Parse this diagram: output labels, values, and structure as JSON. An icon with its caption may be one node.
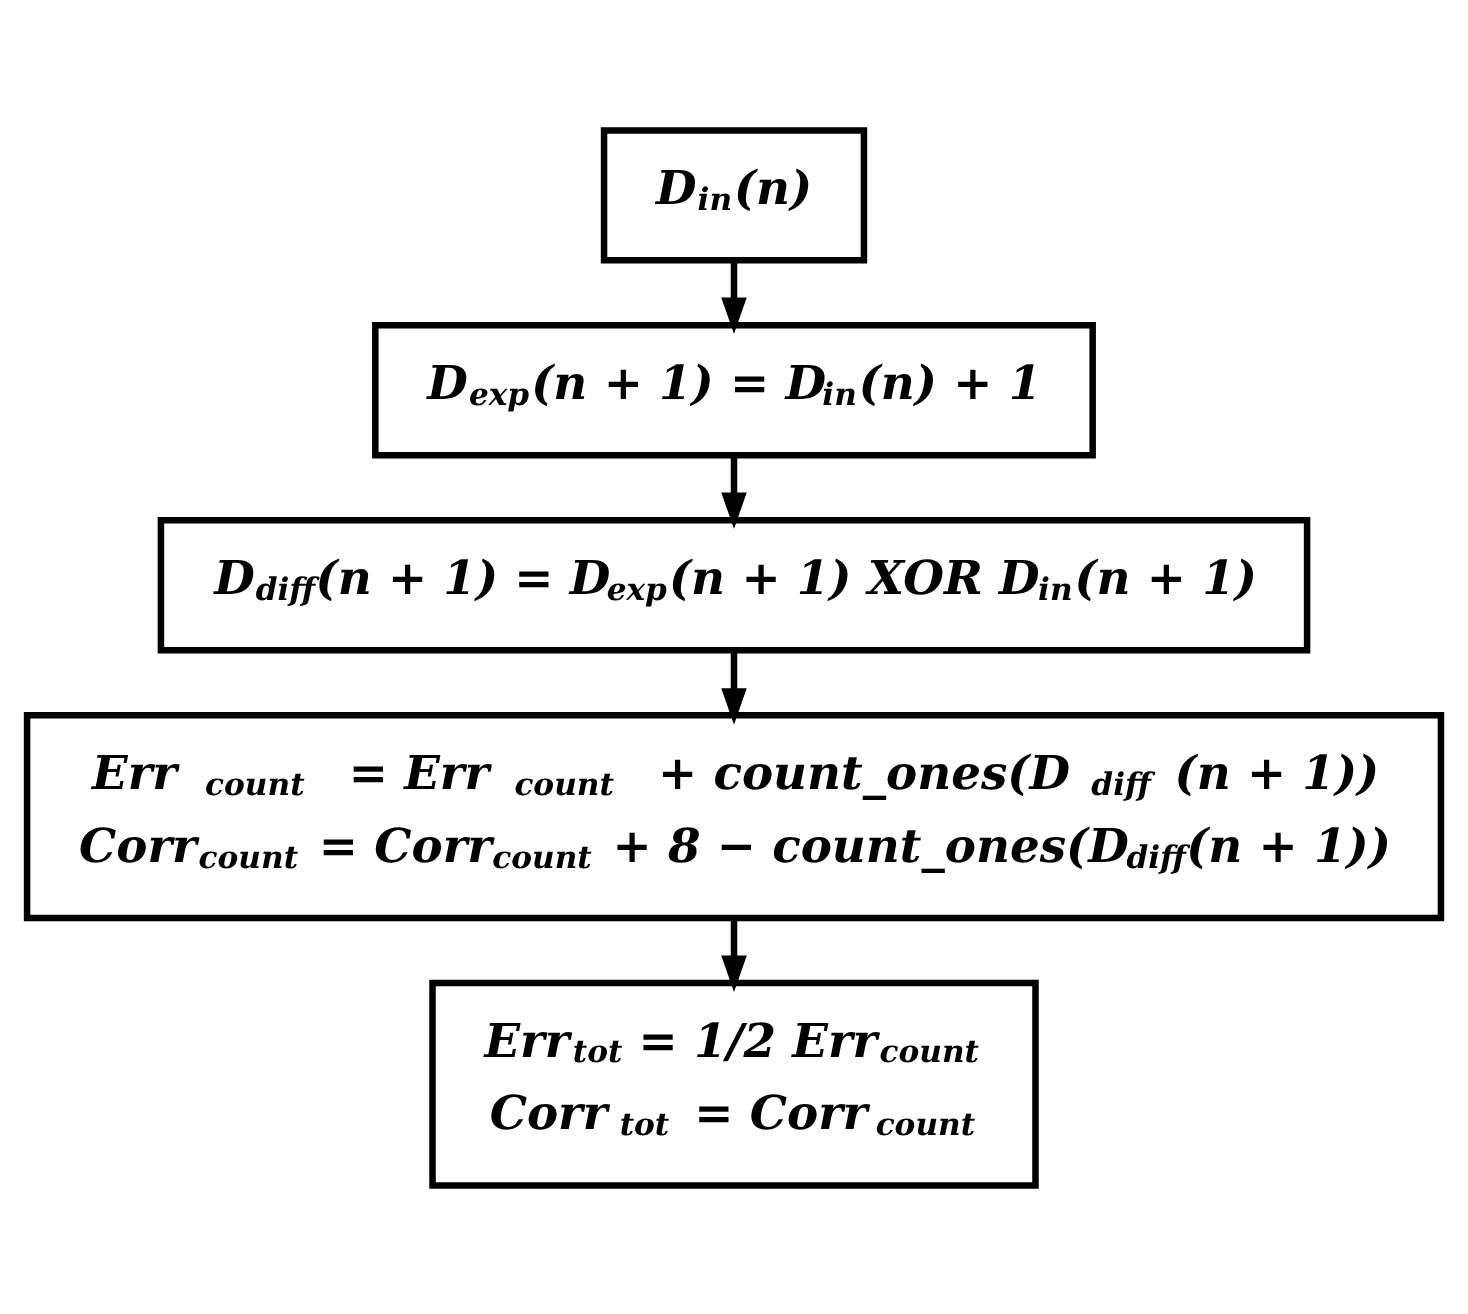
{
  "diagram": {
    "nodes": [
      {
        "text": [
          "D$_{in}$(n)"
        ]
      },
      {
        "text": [
          "D$_{exp}$(n + 1) = D$_{in}$(n) + 1"
        ]
      },
      {
        "text": [
          "D$_{diff}$(n + 1) = D$_{exp}$(n + 1) XOR D$_{in}$(n + 1)"
        ]
      },
      {
        "text": [
          "Err$_{count}$ = Err$_{count}$ + count_ones(D$_{diff}$(n + 1))",
          "Corr$_{count}$ = Corr$_{count}$ + 8 − count_ones(D$_{diff}$(n + 1))"
        ]
      },
      {
        "text": [
          "Err$_{tot}$ = 1/2 Err$_{count}$",
          "Corr$_{tot}$ = Corr$_{count}$"
        ]
      }
    ],
    "edges": [
      {
        "from": 0,
        "to": 1,
        "arrow": "to"
      },
      {
        "from": 1,
        "to": 2,
        "arrow": "to"
      },
      {
        "from": 2,
        "to": 3,
        "arrow": "to"
      },
      {
        "from": 3,
        "to": 4,
        "arrow": "to"
      }
    ]
  }
}
